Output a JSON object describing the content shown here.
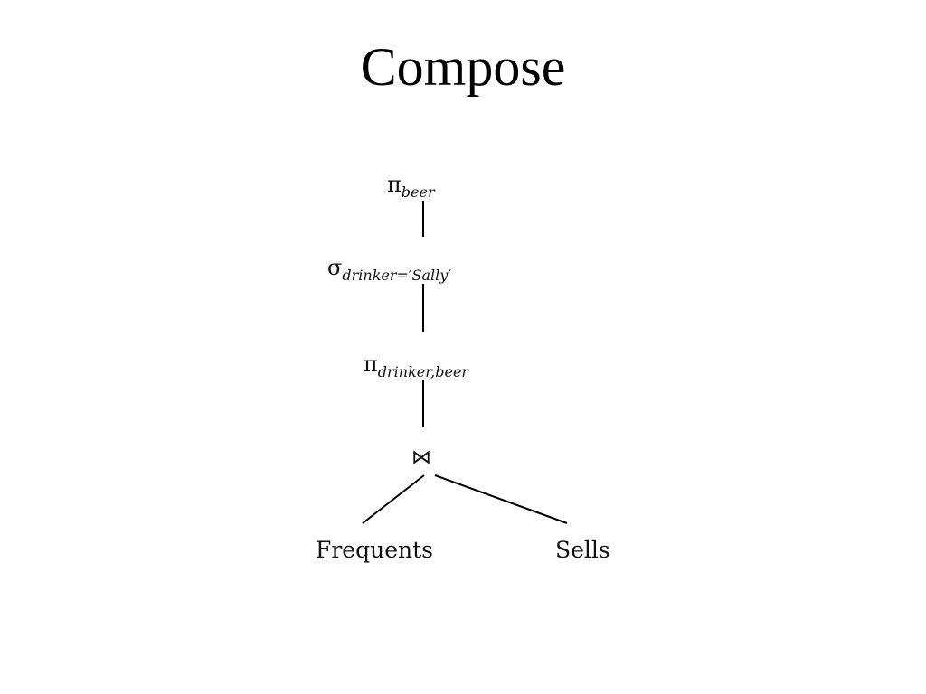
{
  "slide": {
    "title": "Compose"
  },
  "tree": {
    "root": {
      "symbol": "π",
      "subscript": "beer"
    },
    "select": {
      "symbol": "σ",
      "subscript": "drinker=′Sally′"
    },
    "project": {
      "symbol": "π",
      "subscript": "drinker,beer"
    },
    "join": {
      "symbol": "⋈"
    },
    "left_leaf": {
      "label": "Frequents"
    },
    "right_leaf": {
      "label": "Sells"
    }
  }
}
